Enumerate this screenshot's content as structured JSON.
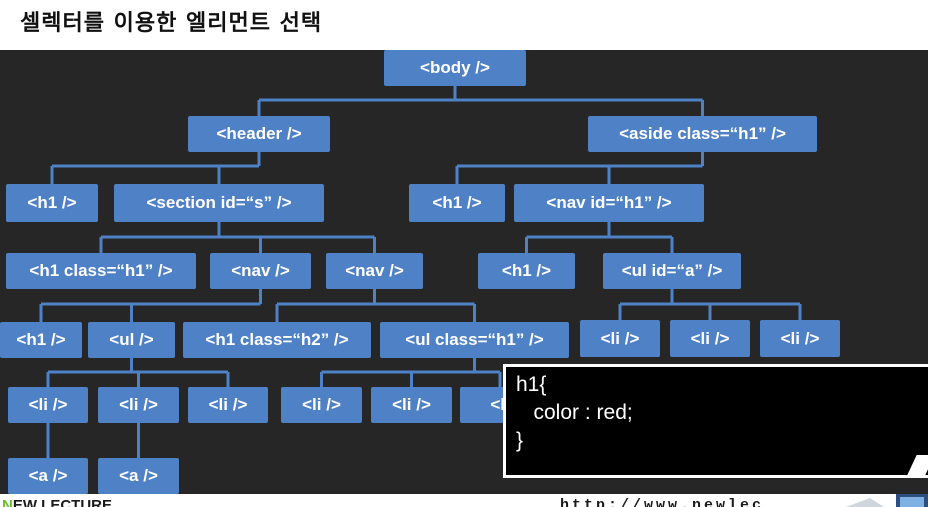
{
  "title": "셀렉터를 이용한 엘리먼트 선택",
  "tree": {
    "body": "<body />",
    "header": "<header />",
    "aside": "<aside class=“h1” />",
    "header_h1": "<h1 />",
    "section": "<section id=“s” />",
    "aside_h1": "<h1 />",
    "nav_h1": "<nav id=“h1” />",
    "section_h1": "<h1 class=“h1” />",
    "section_nav_1": "<nav />",
    "section_nav_2": "<nav />",
    "navh1_h1": "<h1 />",
    "ul_a": "<ul id=“a” />",
    "nav1_h1": "<h1 />",
    "nav1_ul": "<ul />",
    "nav2_h1": "<h1 class=“h2” />",
    "nav2_ul": "<ul class=“h1” />",
    "ula_li_1": "<li />",
    "ula_li_2": "<li />",
    "ula_li_3": "<li />",
    "ul_li_1": "<li />",
    "ul_li_2": "<li />",
    "ul_li_3": "<li />",
    "ulh1_li_1": "<li />",
    "ulh1_li_2": "<li />",
    "ulh1_li_3": "<li",
    "a_1": "<a />",
    "a_2": "<a />"
  },
  "code": {
    "line1": "h1{",
    "line2": "   color : red;",
    "line3": "}"
  },
  "footer": {
    "logo_mark": "N",
    "logo_text": "EW LECTURE",
    "url": "http://www.newlec"
  },
  "colors": {
    "node": "#4f81c6",
    "background": "#262626",
    "connector": "#4f81c6",
    "code_bg": "#000000"
  }
}
